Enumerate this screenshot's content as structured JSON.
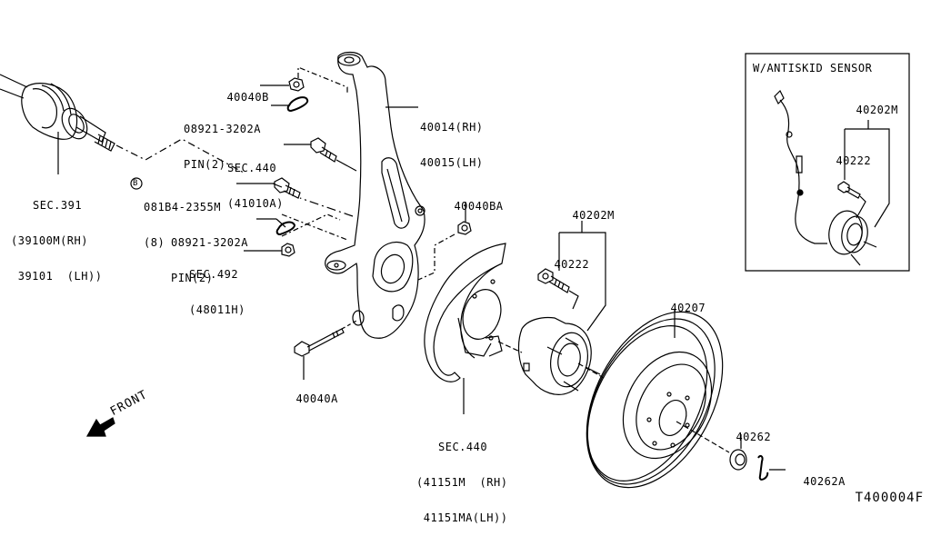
{
  "diagram": {
    "type": "exploded-parts-diagram",
    "drawing_code": "T400004F",
    "front_indicator": "FRONT",
    "inset": {
      "title": "W/ANTISKID SENSOR",
      "labels": [
        {
          "id": "inset-hub-assembly",
          "lines": [
            "40202M"
          ]
        },
        {
          "id": "inset-hub-bolt",
          "lines": [
            "40222"
          ]
        }
      ]
    },
    "labels": [
      {
        "id": "lock-nut",
        "lines": [
          "40040B"
        ]
      },
      {
        "id": "cotter-pin-upper",
        "lines": [
          "08921-3202A",
          "PIN(2)"
        ]
      },
      {
        "id": "knuckle",
        "lines": [
          "40014(RH)",
          "40015(LH)"
        ]
      },
      {
        "id": "bolt-sec440",
        "lines": [
          "SEC.440",
          "(41010A)"
        ]
      },
      {
        "id": "bolt-08184",
        "prefix_symbol": "B",
        "lines": [
          "081B4-2355M",
          "(8)"
        ]
      },
      {
        "id": "drive-shaft",
        "lines": [
          "SEC.391",
          "(39100M(RH)",
          " 39101  (LH))"
        ]
      },
      {
        "id": "cotter-pin-lower",
        "lines": [
          "08921-3202A",
          "PIN(2)"
        ]
      },
      {
        "id": "nut-sec492",
        "lines": [
          "SEC.492",
          "(48011H)"
        ]
      },
      {
        "id": "bolt-40040A",
        "lines": [
          "40040A"
        ]
      },
      {
        "id": "nut-40040BA",
        "lines": [
          "40040BA"
        ]
      },
      {
        "id": "hub-assembly",
        "lines": [
          "40202M"
        ]
      },
      {
        "id": "hub-bolt",
        "lines": [
          "40222"
        ]
      },
      {
        "id": "dust-shield",
        "lines": [
          "SEC.440",
          "(41151M  (RH)",
          " 41151MA(LH))"
        ]
      },
      {
        "id": "brake-rotor",
        "lines": [
          "40207"
        ]
      },
      {
        "id": "axle-nut",
        "lines": [
          "40262"
        ]
      },
      {
        "id": "axle-nut-pin",
        "lines": [
          "40262A"
        ]
      }
    ]
  }
}
